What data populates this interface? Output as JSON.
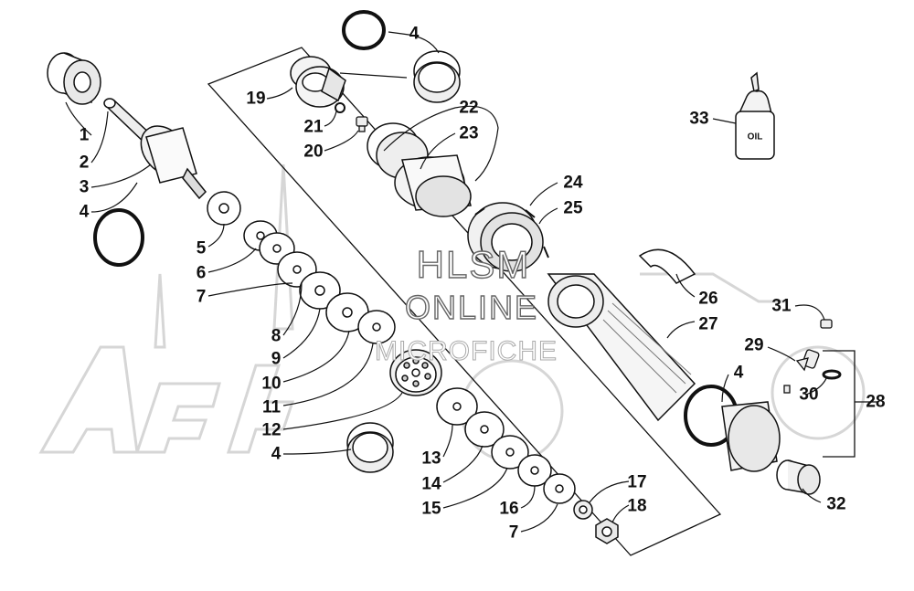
{
  "diagram": {
    "callouts": [
      "1",
      "2",
      "3",
      "4",
      "5",
      "6",
      "7",
      "8",
      "9",
      "10",
      "11",
      "12",
      "4",
      "13",
      "14",
      "15",
      "16",
      "7",
      "17",
      "18",
      "19",
      "21",
      "20",
      "4",
      "22",
      "23",
      "24",
      "25",
      "26",
      "27",
      "4",
      "28",
      "29",
      "30",
      "31",
      "32",
      "33"
    ],
    "oil_label": "OIL",
    "watermark": {
      "line1": "HLSM",
      "line2": "ONLINE",
      "line3": "MICROFICHE"
    }
  }
}
